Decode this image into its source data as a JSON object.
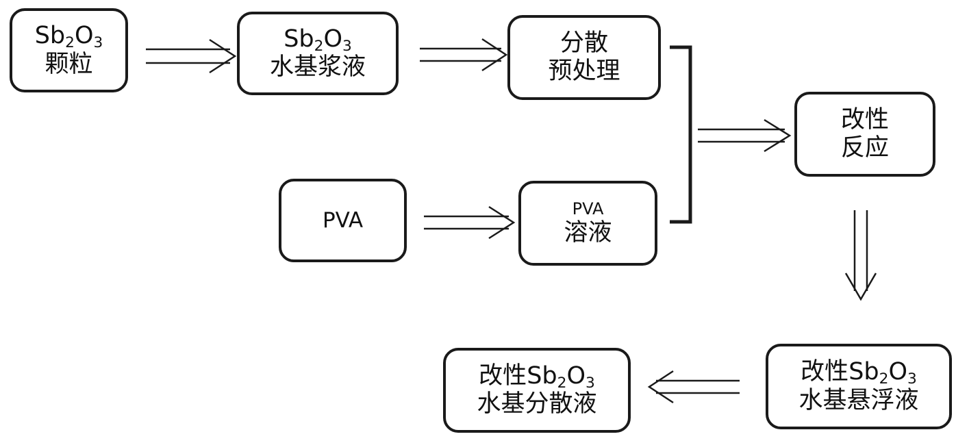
{
  "nodes": {
    "sb2o3_particles": {
      "chem": "Sb2O3",
      "text": "颗粒"
    },
    "sb2o3_slurry": {
      "chem": "Sb2O3",
      "text": "水基浆液"
    },
    "dispersion_pretreatment": {
      "line1": "分散",
      "line2": "预处理"
    },
    "pva": {
      "text": "PVA"
    },
    "pva_solution": {
      "line1": "PVA",
      "line2": "溶液"
    },
    "modification_reaction": {
      "line1": "改性",
      "line2": "反应"
    },
    "modified_suspension": {
      "prefix": "改性",
      "chem": "Sb2O3",
      "text": "水基悬浮液"
    },
    "modified_dispersion": {
      "prefix": "改性",
      "chem": "Sb2O3",
      "text": "水基分散液"
    }
  }
}
